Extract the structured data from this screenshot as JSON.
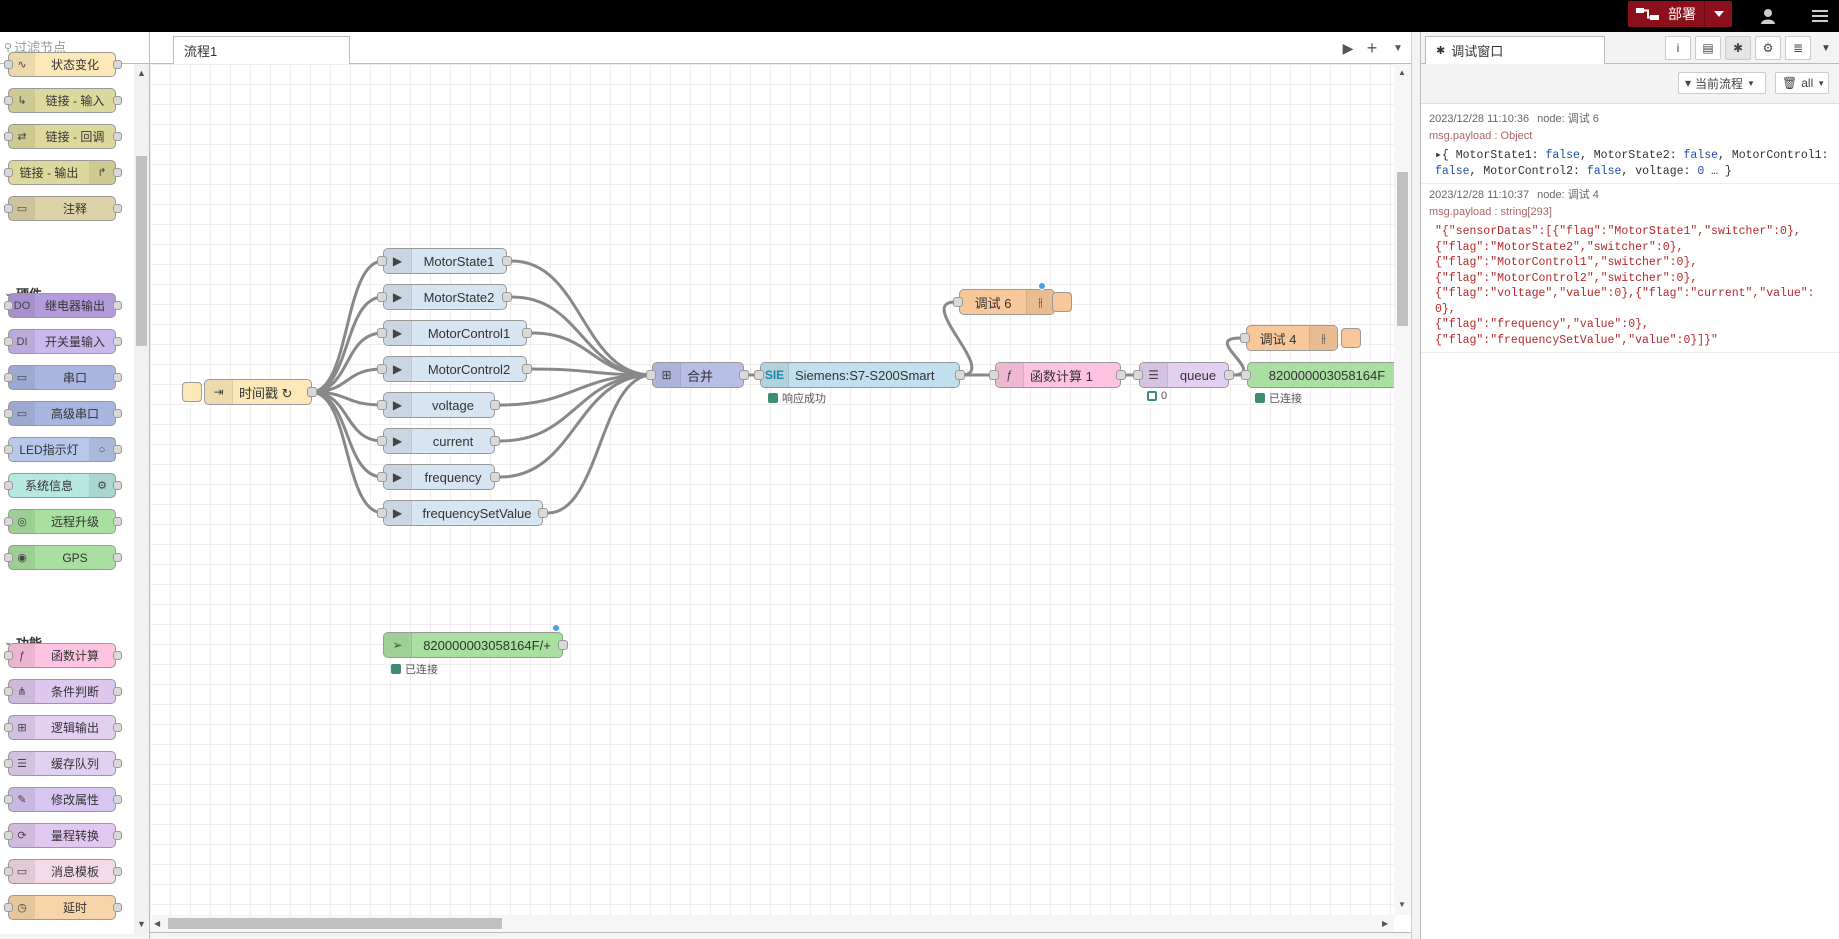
{
  "header": {
    "deploy_label": "部署"
  },
  "palette": {
    "search_placeholder": "过滤节点",
    "items_top": [
      {
        "label": "状态变化",
        "color": "#fde9b8",
        "icon": "wave-icon"
      },
      {
        "label": "链接 - 输入",
        "color": "#ddd99d",
        "icon": "link-in-icon"
      },
      {
        "label": "链接 - 回调",
        "color": "#ddd99d",
        "icon": "link-call-icon"
      },
      {
        "label": "链接 - 输出",
        "color": "#ddd99d",
        "icon": "link-out-icon"
      },
      {
        "label": "注释",
        "color": "#ddd3a8",
        "icon": "comment-icon"
      }
    ],
    "category_hardware": "硬件",
    "items_hardware": [
      {
        "label": "继电器输出",
        "color": "#b49bdc",
        "icon": "do-icon"
      },
      {
        "label": "开关量输入",
        "color": "#c9b8ec",
        "icon": "di-icon"
      },
      {
        "label": "串口",
        "color": "#a9b6e0",
        "icon": "serial-icon"
      },
      {
        "label": "高级串口",
        "color": "#a9b6e0",
        "icon": "serial-icon"
      },
      {
        "label": "LED指示灯",
        "color": "#b7c8ea",
        "icon": "bulb-icon"
      },
      {
        "label": "系统信息",
        "color": "#b8e6e0",
        "icon": "gear-icon"
      },
      {
        "label": "远程升级",
        "color": "#a9dfa0",
        "icon": "upgrade-icon"
      },
      {
        "label": "GPS",
        "color": "#a9dfa0",
        "icon": "gps-icon"
      }
    ],
    "category_function": "功能",
    "items_function": [
      {
        "label": "函数计算",
        "color": "#fdc3e0",
        "icon": "function-icon"
      },
      {
        "label": "条件判断",
        "color": "#ddc8ef",
        "icon": "switch-icon"
      },
      {
        "label": "逻辑输出",
        "color": "#e2d0f2",
        "icon": "logic-icon"
      },
      {
        "label": "缓存队列",
        "color": "#e2d0f2",
        "icon": "queue-icon"
      },
      {
        "label": "修改属性",
        "color": "#d6c6f0",
        "icon": "pencil-icon"
      },
      {
        "label": "量程转换",
        "color": "#e2c7f0",
        "icon": "range-icon"
      },
      {
        "label": "消息模板",
        "color": "#f4d9e8",
        "icon": "template-icon"
      },
      {
        "label": "延时",
        "color": "#f8d5a8",
        "icon": "clock-icon"
      }
    ]
  },
  "workspace": {
    "tab_label": "流程1"
  },
  "flow": {
    "inject": {
      "label": "时间戳 ↻",
      "color": "#fde9b8"
    },
    "topics": [
      {
        "label": "MotorState1"
      },
      {
        "label": "MotorState2"
      },
      {
        "label": "MotorControl1"
      },
      {
        "label": "MotorControl2"
      },
      {
        "label": "voltage"
      },
      {
        "label": "current"
      },
      {
        "label": "frequency"
      },
      {
        "label": "frequencySetValue"
      }
    ],
    "join": {
      "label": "合并"
    },
    "siemens": {
      "label": "Siemens:S7-S200Smart",
      "icon_text": "SIE",
      "status": "响应成功"
    },
    "debug6": {
      "label": "调试 6"
    },
    "function1": {
      "label": "函数计算 1"
    },
    "queue": {
      "label": "queue",
      "status": "0"
    },
    "debug4": {
      "label": "调试 4"
    },
    "mqtt_out": {
      "label": "820000003058164F",
      "status": "已连接"
    },
    "mqtt_out2": {
      "label": "820000003058164F/+",
      "status": "已连接"
    }
  },
  "sidebar": {
    "tab_label": "调试窗口",
    "filter_flow": "当前流程",
    "filter_all": "all",
    "messages": [
      {
        "time": "2023/12/28 11:10:36",
        "node": "node: 调试 6",
        "topic": "msg.payload : Object",
        "body_prefix": "▸{ ",
        "parts": [
          [
            "MotorState1",
            "false"
          ],
          [
            "MotorState2",
            "false"
          ],
          [
            "MotorControl1",
            "false"
          ],
          [
            "MotorControl2",
            "false"
          ],
          [
            "voltage",
            "0"
          ]
        ],
        "body_suffix": " … }"
      },
      {
        "time": "2023/12/28 11:10:37",
        "node": "node: 调试 4",
        "topic": "msg.payload : string[293]",
        "lines": [
          "\"{\"sensorDatas\":[{\"flag\":\"MotorState1\",\"switcher\":0},",
          "{\"flag\":\"MotorState2\",\"switcher\":0},",
          "{\"flag\":\"MotorControl1\",\"switcher\":0},",
          "{\"flag\":\"MotorControl2\",\"switcher\":0},",
          "{\"flag\":\"voltage\",\"value\":0},{\"flag\":\"current\",\"value\":0},",
          "{\"flag\":\"frequency\",\"value\":0},",
          "{\"flag\":\"frequencySetValue\",\"value\":0}]}\""
        ]
      }
    ]
  }
}
